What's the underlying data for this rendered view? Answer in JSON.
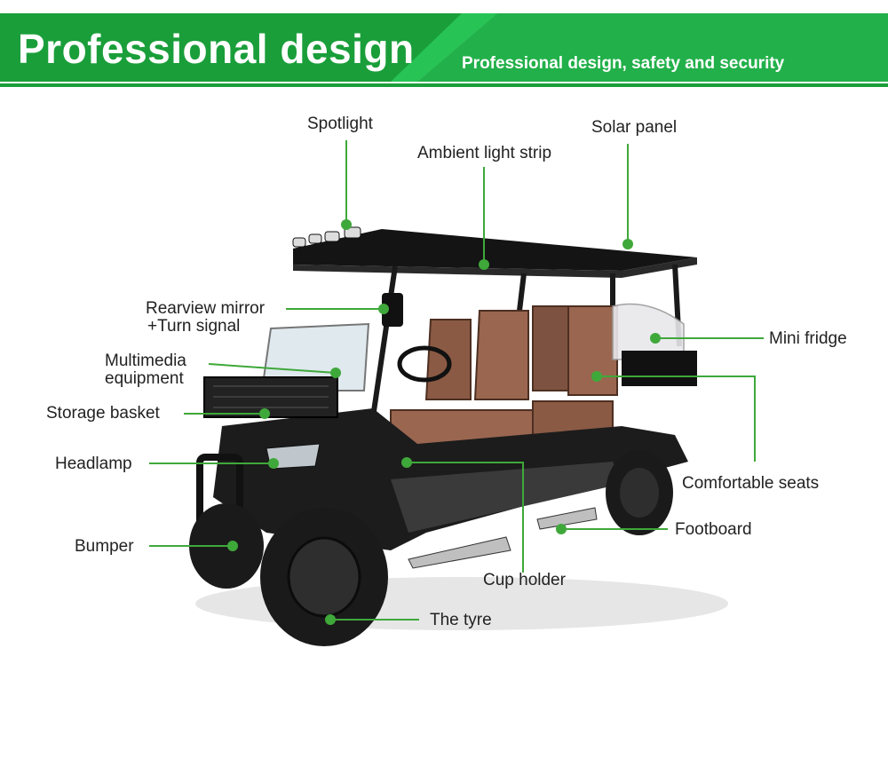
{
  "header": {
    "title": "Professional design",
    "subtitle": "Professional design, safety and security"
  },
  "colors": {
    "brand_green": "#1a9e3a",
    "banner_light": "#1eb84a",
    "callout_green": "#3fa83a",
    "seat_brown": "#8a5a44",
    "body_black": "#1c1c1c"
  },
  "callouts": {
    "spotlight": "Spotlight",
    "solar_panel": "Solar panel",
    "ambient_light_strip": "Ambient light strip",
    "rearview_mirror_line1": "Rearview mirror",
    "rearview_mirror_line2": "+Turn signal",
    "multimedia_line1": "Multimedia",
    "multimedia_line2": "equipment",
    "storage_basket": "Storage basket",
    "headlamp": "Headlamp",
    "bumper": "Bumper",
    "mini_fridge": "Mini fridge",
    "comfortable_seats": "Comfortable seats",
    "footboard": "Footboard",
    "cup_holder": "Cup holder",
    "tyre": "The tyre"
  }
}
